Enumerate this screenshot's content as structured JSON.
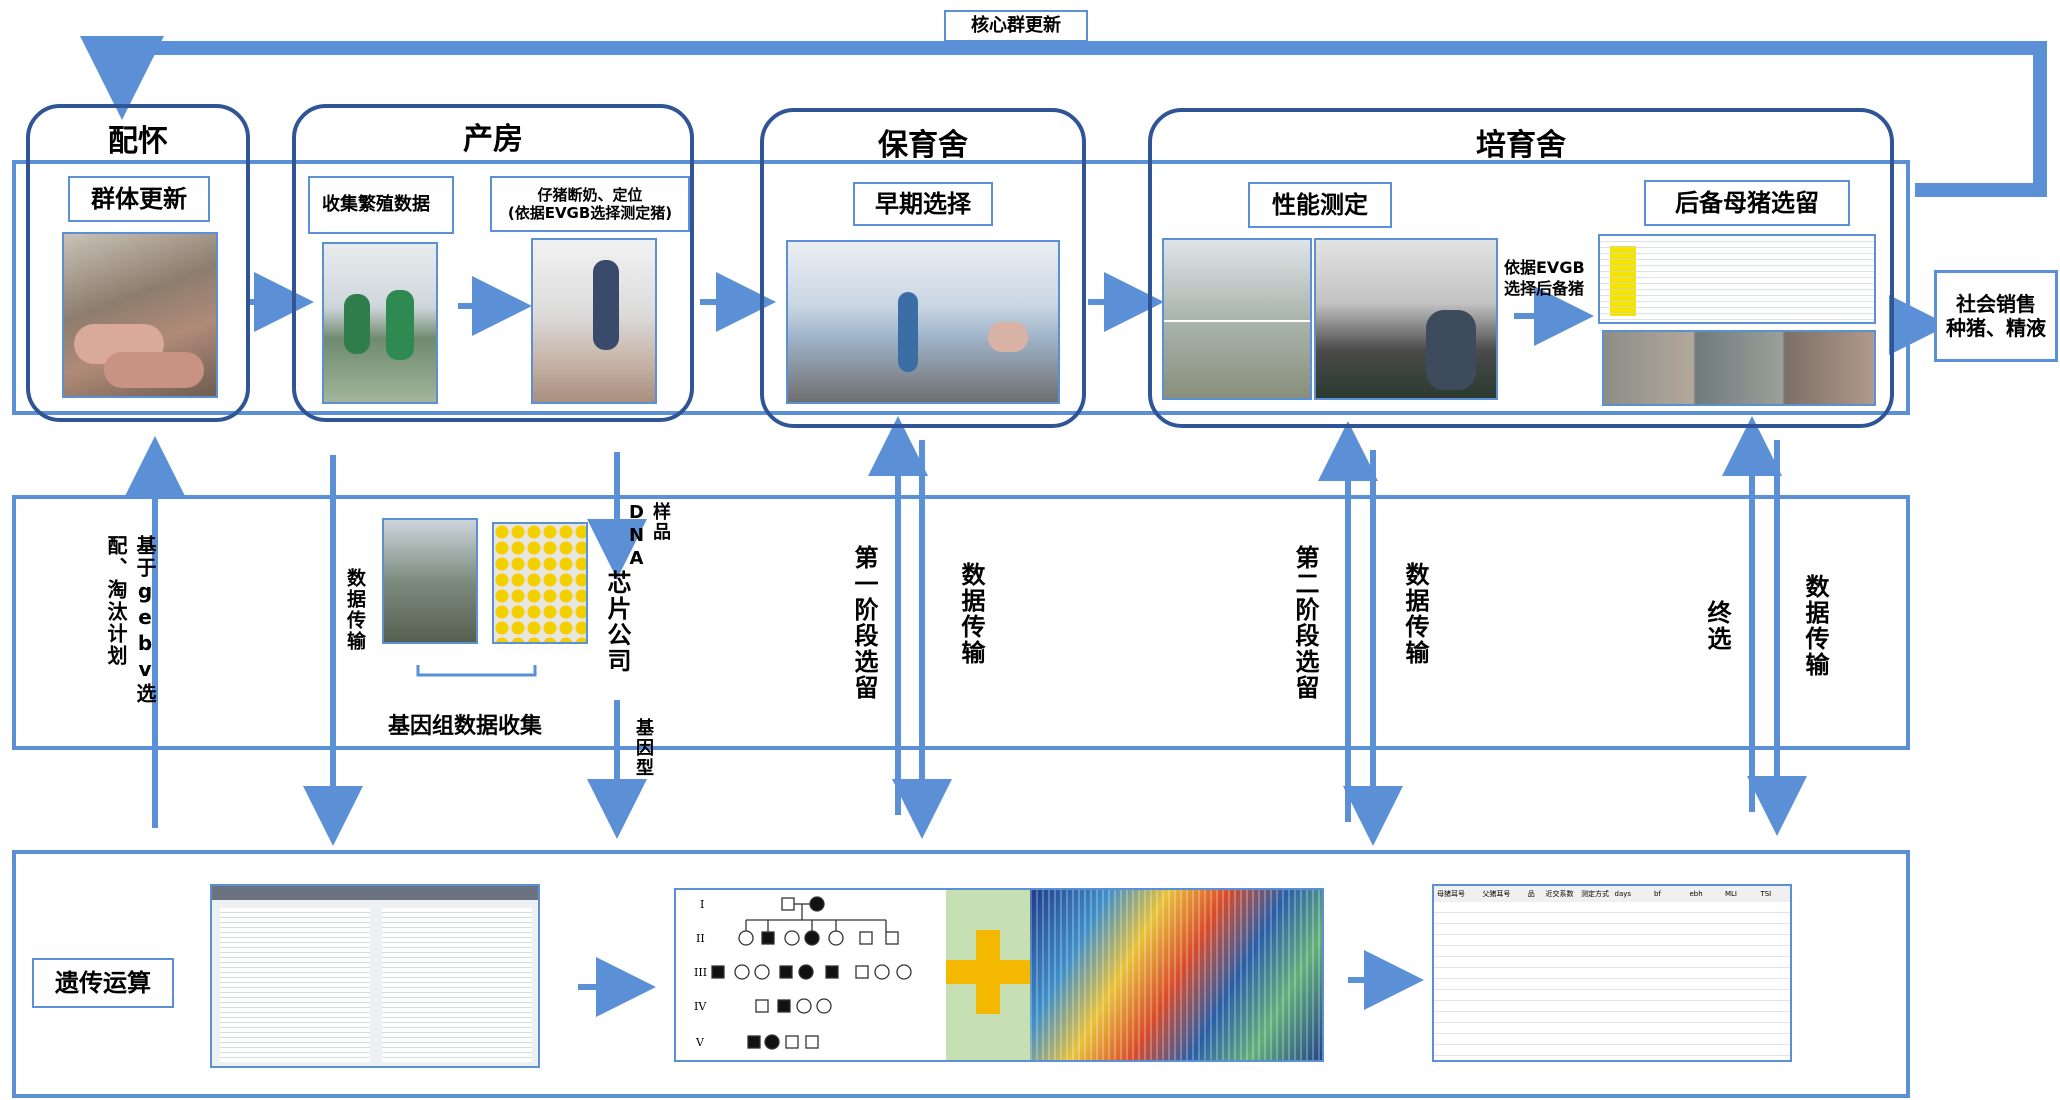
{
  "top_label": "核心群更新",
  "stages": {
    "mating": "配怀",
    "farrowing": "产房",
    "nursery": "保育舍",
    "growing": "培育舍"
  },
  "boxes": {
    "herd_update": "群体更新",
    "collect_breeding": "收集繁殖数据",
    "weaning_line1": "仔猪断奶、定位",
    "weaning_line2": "(依据EVGB选择测定猪)",
    "early_select": "早期选择",
    "performance_test": "性能测定",
    "gilt_select": "后备母猪选留",
    "social_sales_line1": "社会销售",
    "social_sales_line2": "种猪、精液",
    "genetic_calc": "遗传运算"
  },
  "notes": {
    "evgb_select": "依据EVGB选择后备猪"
  },
  "middle": {
    "gebv_plan": "基于gebv选配、淘汰计划",
    "data_transfer": "数据传输",
    "sample_dna": "样品DNA",
    "chip_company": "芯片公司",
    "genotype": "基因型",
    "genome_collect": "基因组数据收集",
    "stage1": "第一阶段选留",
    "stage2": "第二阶段选留",
    "final": "终选"
  },
  "pedigree_gen": [
    "I",
    "II",
    "III",
    "IV",
    "V"
  ],
  "result_headers": [
    "母猪耳号",
    "父猪耳号",
    "品",
    "近交系数",
    "测定方式",
    "days",
    "bf",
    "ebh",
    "MLI",
    "TSI"
  ],
  "colors": {
    "band": "#5b8fd6",
    "stage": "#2f5597",
    "arrow": "#5b8fd6",
    "plus": "#f5b800"
  }
}
